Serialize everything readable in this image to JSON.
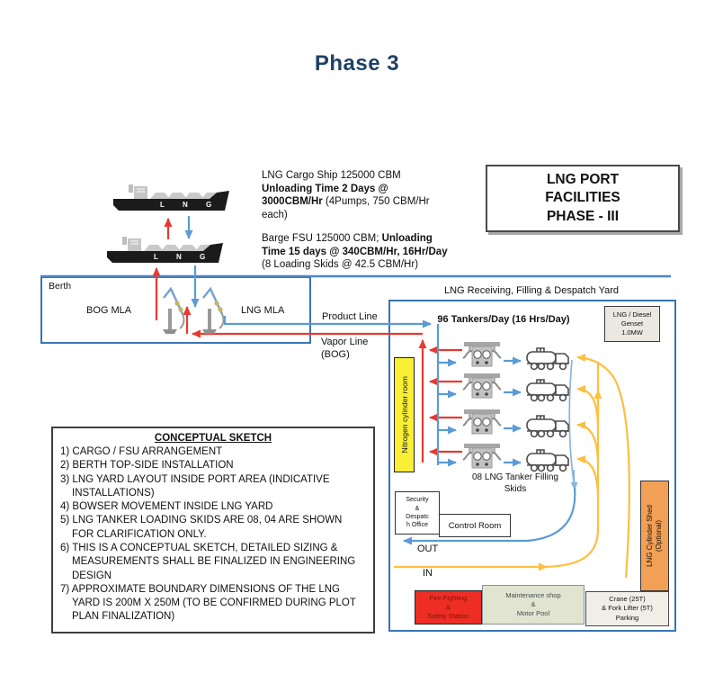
{
  "title": "Phase 3",
  "colors": {
    "navy": "#1e4164",
    "red": "#e8392f",
    "blue": "#5b9bd5",
    "longblue": "#4a86c8",
    "lightblue": "#8ab4dd",
    "yellow": "#fcbf3f",
    "border": "#3874b4",
    "yellowbox": "#f8ef36",
    "orange": "#f2a055",
    "firebg": "#ee2e24",
    "firetext": "#7a150d",
    "maintbg": "#e2e4d2",
    "maintborder": "#8495a5",
    "cranebg": "#f1eee7",
    "genset": "#ebe8e1"
  },
  "ship_label": "L N G",
  "ship_info": {
    "para1": [
      {
        "t": "LNG Cargo Ship 125000 CBM"
      },
      {
        "br": true
      },
      {
        "t": "Unloading Time 2 Days @",
        "b": true
      },
      {
        "br": true
      },
      {
        "t": "3000CBM/Hr",
        "b": true
      },
      {
        "t": " (4Pumps, 750 CBM/Hr"
      },
      {
        "br": true
      },
      {
        "t": "each)"
      }
    ],
    "para2": [
      {
        "t": "Barge FSU 125000 CBM; "
      },
      {
        "t": "Unloading",
        "b": true
      },
      {
        "br": true
      },
      {
        "t": "Time 15 days @ 340CBM/Hr, 16Hr/Day",
        "b": true
      },
      {
        "br": true
      },
      {
        "t": "(8 Loading Skids @ 42.5 CBM/Hr)"
      }
    ]
  },
  "port_box": {
    "lines": [
      "LNG PORT",
      "FACILITIES",
      "PHASE - III"
    ]
  },
  "berth": {
    "label": "Berth",
    "bog_mla": "BOG MLA",
    "lng_mla": "LNG MLA"
  },
  "line_labels": {
    "product": "Product Line",
    "vapor_lines": [
      "Vapor Line",
      "(BOG)"
    ]
  },
  "yard": {
    "title": "LNG Receiving, Filling & Despatch Yard",
    "tankers": "96 Tankers/Day (16 Hrs/Day)",
    "genset_lines": [
      "LNG / Diesel",
      "Genset",
      "1.0MW"
    ],
    "nitrogen_room": "Nitrogen cylinder room",
    "skids_caption_lines": [
      "08 LNG Tanker Filling",
      "Skids"
    ],
    "security_lines": [
      "Security",
      "&",
      "Despatc",
      "h Office"
    ],
    "control_room": "Control Room",
    "out_label": "OUT",
    "in_label": "IN",
    "fire_lines": [
      "Fire Fighting",
      "&",
      "Safety Station"
    ],
    "maintenance_lines": [
      "Maintenance shop",
      "&",
      "Motor Pool"
    ],
    "crane_lines": [
      "Crane (25T)",
      "& Fork Lifter (5T)",
      "Parking"
    ],
    "shed_lines": [
      "LNG Cylinder Shed",
      "(Optional)"
    ]
  },
  "sketch": {
    "title": "CONCEPTUAL SKETCH",
    "items": [
      "1) CARGO / FSU ARRANGEMENT",
      "2) BERTH TOP-SIDE INSTALLATION",
      "3) LNG YARD LAYOUT INSIDE PORT AREA (INDICATIVE INSTALLATIONS)",
      "4) BOWSER MOVEMENT INSIDE LNG YARD",
      "5) LNG TANKER LOADING SKIDS ARE 08, 04 ARE SHOWN FOR CLARIFICATION ONLY.",
      "6) THIS IS A CONCEPTUAL SKETCH, DETAILED SIZING & MEASUREMENTS SHALL BE FINALIZED IN ENGINEERING DESIGN",
      "7) APPROXIMATE BOUNDARY DIMENSIONS OF THE LNG YARD IS 200M X 250M (TO BE CONFIRMED DURING PLOT PLAN FINALIZATION)"
    ]
  }
}
